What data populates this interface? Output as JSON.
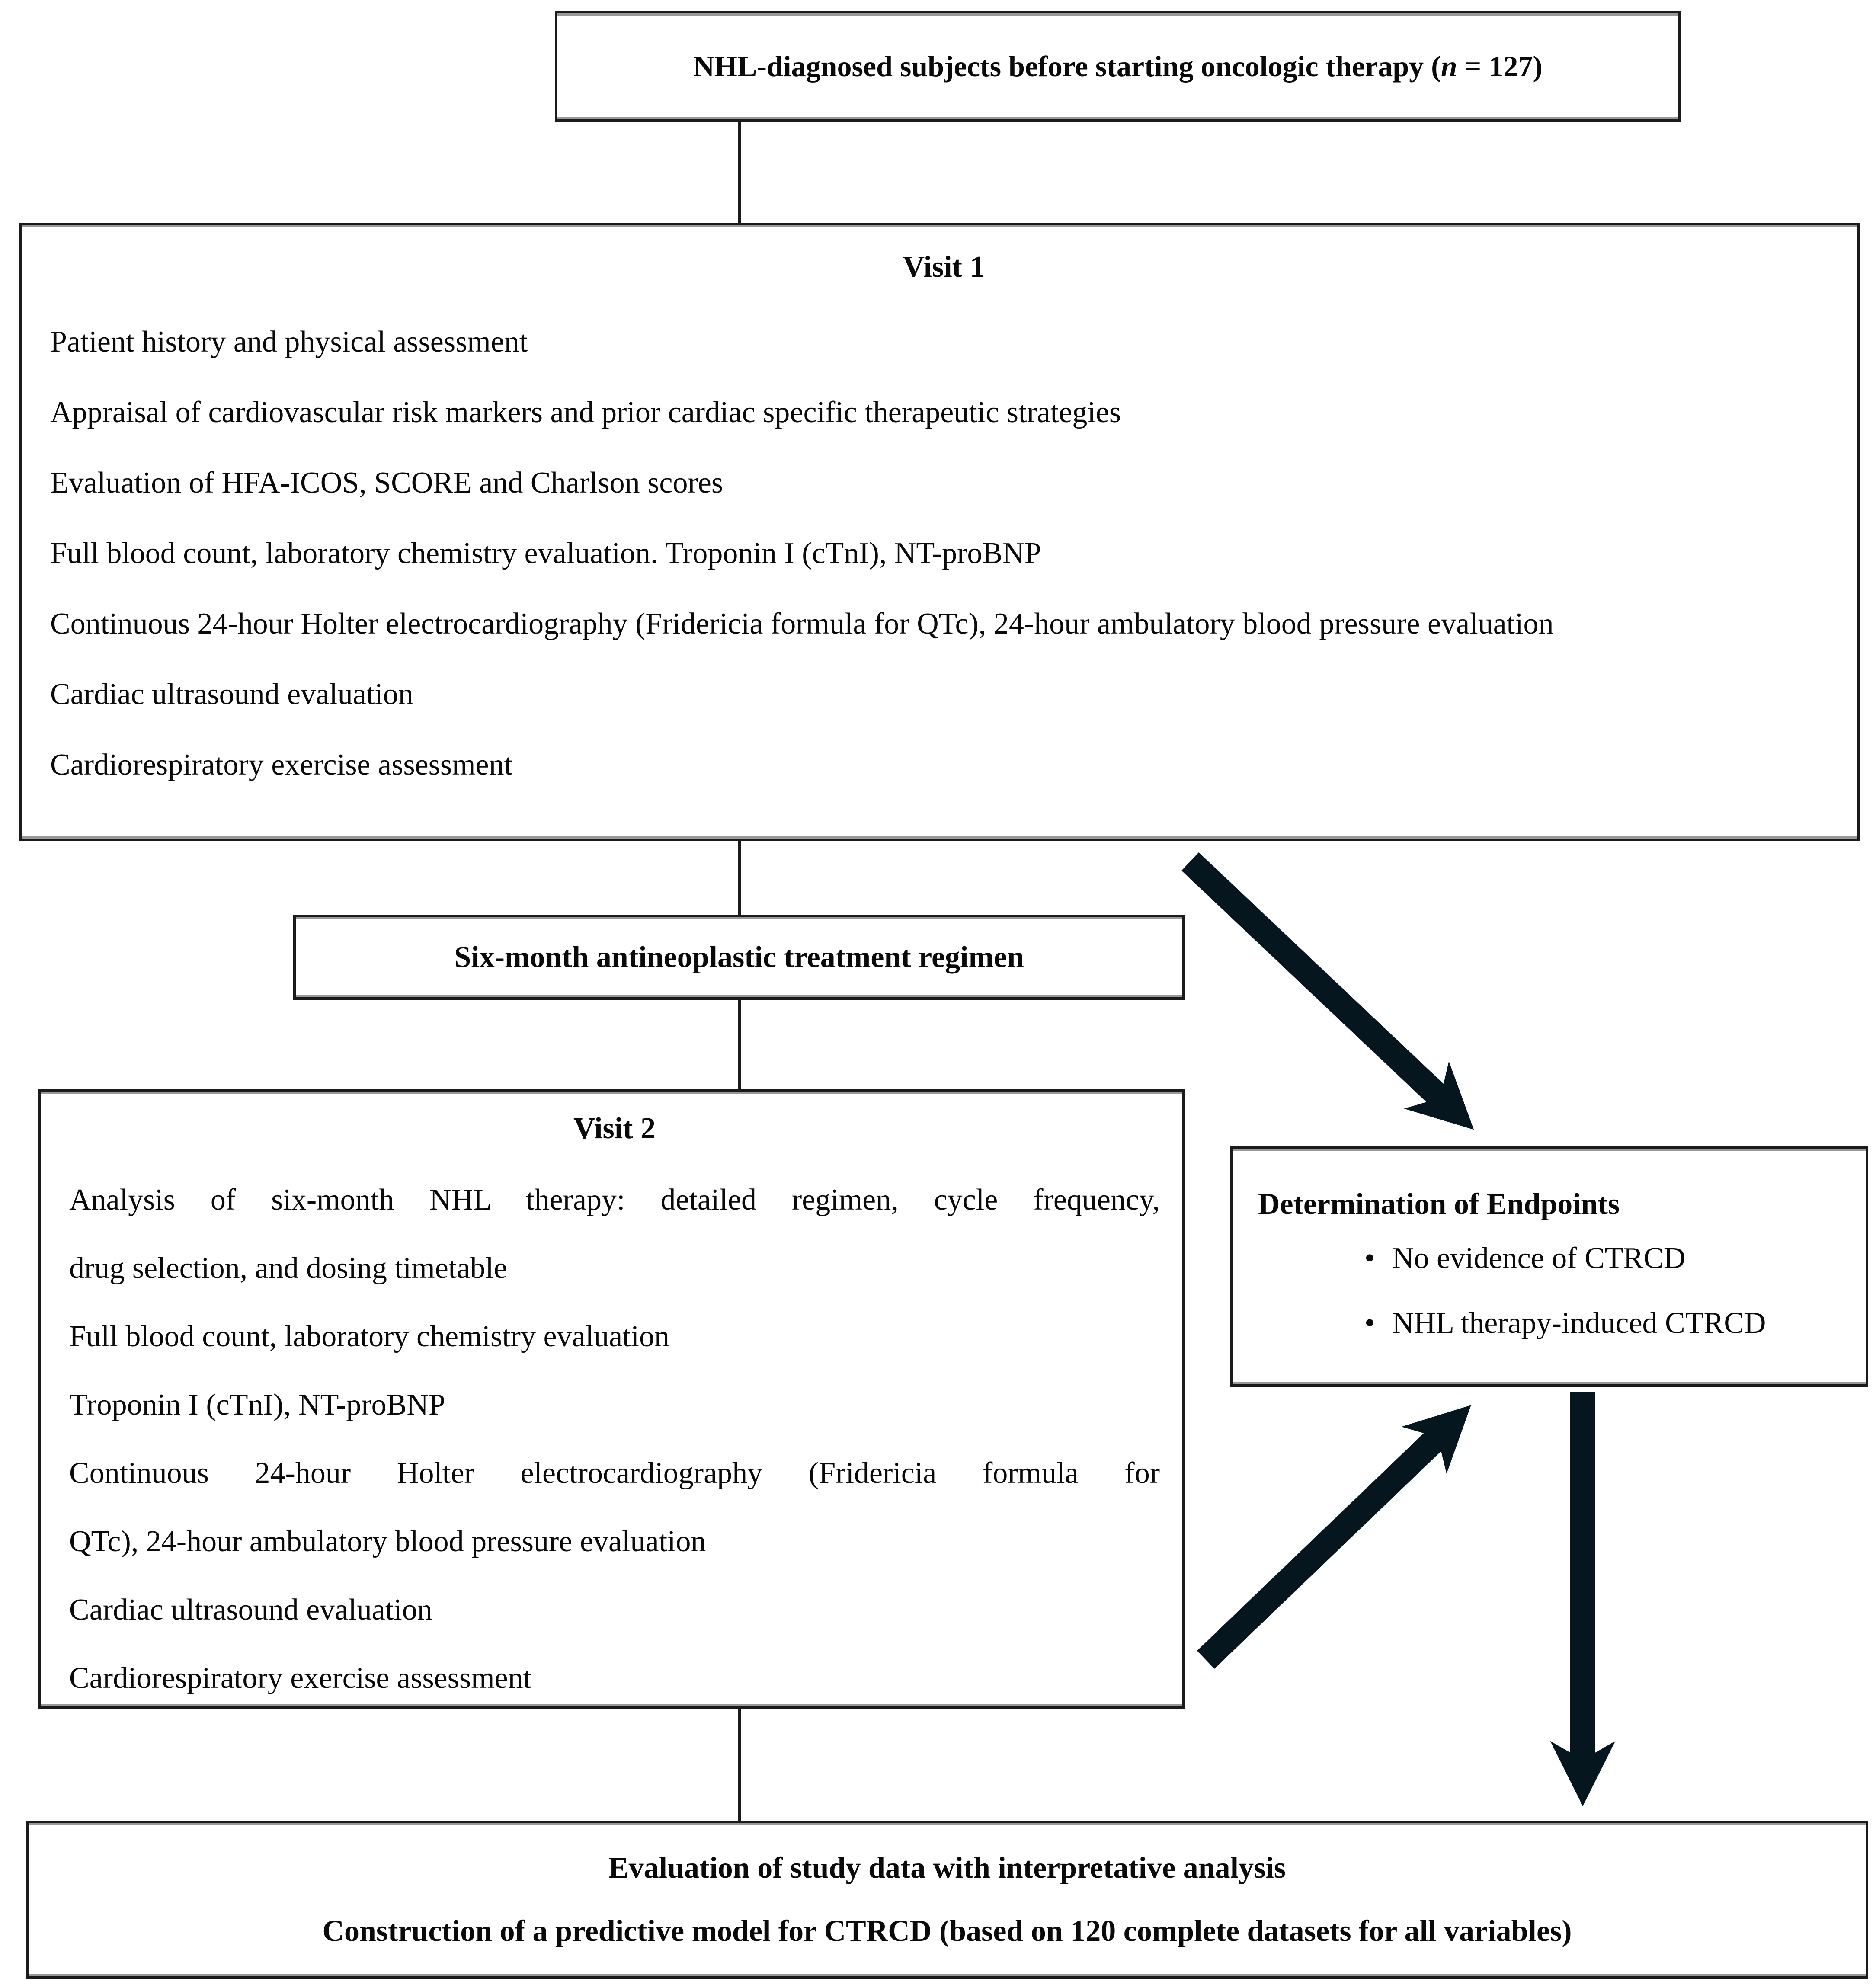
{
  "colors": {
    "background": "#ffffff",
    "text": "#0a0a0a",
    "border": "#1b1b1b",
    "arrow": "#05161f"
  },
  "top_box": {
    "text_pre": "NHL-diagnosed subjects before starting oncologic therapy (",
    "text_var": "n",
    "text_post": " = 127)"
  },
  "visit1": {
    "title": "Visit 1",
    "lines": [
      "Patient history and physical assessment",
      "Appraisal of cardiovascular risk markers and prior cardiac specific therapeutic strategies",
      "Evaluation of HFA-ICOS, SCORE and Charlson scores",
      "Full blood count, laboratory chemistry evaluation. Troponin I (cTnI), NT-proBNP",
      "Continuous 24-hour Holter electrocardiography (Fridericia formula for QTc), 24-hour ambulatory blood pressure evaluation",
      "Cardiac ultrasound evaluation",
      "Cardiorespiratory exercise assessment"
    ]
  },
  "six_month_box": {
    "text": "Six-month antineoplastic treatment regimen"
  },
  "visit2": {
    "title": "Visit 2",
    "lines": [
      "Analysis of six-month NHL therapy: detailed regimen, cycle frequency,",
      "drug selection, and dosing timetable",
      "Full blood count, laboratory chemistry evaluation",
      "Troponin I (cTnI), NT-proBNP",
      "Continuous 24-hour Holter electrocardiography (Fridericia formula for",
      "QTc), 24-hour ambulatory blood pressure evaluation",
      "Cardiac ultrasound evaluation",
      "Cardiorespiratory exercise assessment"
    ]
  },
  "endpoints": {
    "title": "Determination of Endpoints",
    "bullet_char": "•",
    "bullets": [
      "No evidence of CTRCD",
      "NHL therapy-induced CTRCD"
    ]
  },
  "final_box": {
    "lines": [
      "Evaluation of study data with interpretative analysis",
      "Construction of a predictive model for CTRCD (based on 120 complete datasets for all variables)"
    ]
  }
}
